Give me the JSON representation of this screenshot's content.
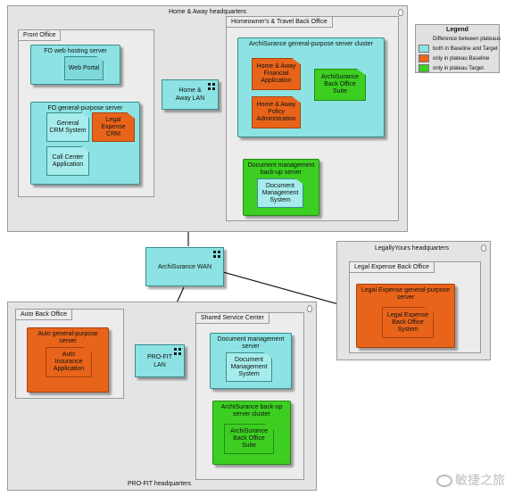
{
  "locations": {
    "home_away": "Home & Away headquarters",
    "pro_fit": "PRO-FIT headquarters",
    "legally_yours": "LegallyYours headquarters"
  },
  "groups": {
    "front_office": "Front Office",
    "travel_back_office": "Homeowner's & Travel Back Office",
    "legal_back_office": "Legal Expense Back Office",
    "auto_back_office": "Auto Back Office",
    "shared_service": "Shared Service Center"
  },
  "nodes": {
    "fo_web": "FO web hosting server",
    "fo_general": "FO general-purpose server",
    "cluster": "ArchiSurance general-purpose server cluster",
    "doc_backup": "Document management back-up server",
    "legal_server": "Legal Expense general-purpose server",
    "auto_server": "Auto general-purpose server",
    "doc_server": "Document management server",
    "backup_cluster": "ArchiSurance back-up server cluster"
  },
  "software": {
    "web_portal": "Web Portal",
    "general_crm": "General CRM System",
    "legal_crm": "Legal Expense CRM",
    "call_center": "Call Center Application",
    "ha_financial": "Home & Away Financial Application",
    "ha_policy": "Home & Away Policy Administration",
    "back_office_suite": "ArchiSurance Back Office Suite",
    "dms_backup": "Document Management System",
    "legal_system": "Legal Expense Back Office System",
    "auto_app": "Auto Insurance Application",
    "dms": "Document Management System",
    "suite_backup": "ArchiSurance Back Office Suite"
  },
  "networks": {
    "ha_lan": "Home & Away LAN",
    "wan": "ArchiSurance WAN",
    "profit_lan": "PRO-FIT LAN"
  },
  "legend": {
    "title": "Legend",
    "header": "Difference between plateaus",
    "items": [
      {
        "label": "both in Baseline and Target",
        "color": "#8de3e3"
      },
      {
        "label": "only in plateau Baseline",
        "color": "#e8641b"
      },
      {
        "label": "only in plateau Target",
        "color": "#3ccf22"
      }
    ]
  },
  "watermark": "敏捷之旅"
}
